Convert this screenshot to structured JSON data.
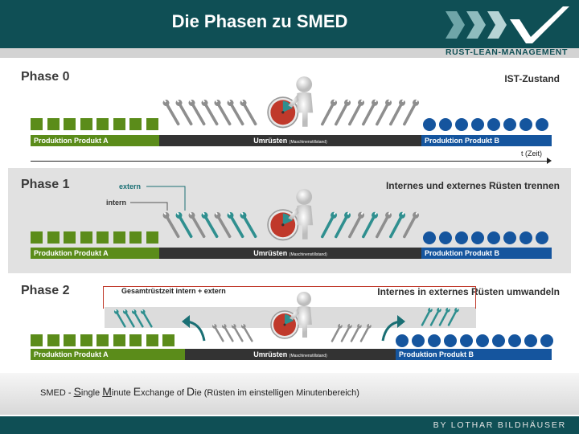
{
  "header": {
    "title": "Die Phasen zu SMED",
    "brand": "RÜST-LEAN-MANAGEMENT"
  },
  "labels": {
    "produkt_a": "Produktion Produkt A",
    "produkt_b": "Produktion Produkt B",
    "umruesten": "Umrüsten",
    "umruesten_note": "(Maschinenstillstand)",
    "time_axis": "t (Zeit)"
  },
  "phases": [
    {
      "title": "Phase 0",
      "description": "IST-Zustand"
    },
    {
      "title": "Phase 1",
      "description": "Internes und externes Rüsten trennen",
      "extern": "extern",
      "intern": "intern"
    },
    {
      "title": "Phase 2",
      "description": "Internes in externes Rüsten umwandeln",
      "gesamt": "Gesamtrüstzeit intern + extern"
    }
  ],
  "footer": {
    "prefix": "SMED - ",
    "s_letter": "S",
    "s_rest": "ingle ",
    "m_letter": "M",
    "m_rest": "inute ",
    "e_letter": "E",
    "e_rest": "xchange of ",
    "d_letter": "D",
    "d_rest": "ie (Rüsten im einstelligen Minutenbereich)",
    "author": "BY LOTHAR BILDHÄUSER"
  },
  "colors": {
    "header": "#0f4f55",
    "produkt_a": "#5b8c1a",
    "produkt_b": "#15559e",
    "umruesten": "#333333",
    "intern_wrench": "#8e8e8e",
    "extern_wrench": "#2f8f8f",
    "clock_red": "#c0392b"
  },
  "icons": [
    "wrench-icon",
    "clock-icon",
    "person-icon",
    "arrow-icon"
  ]
}
